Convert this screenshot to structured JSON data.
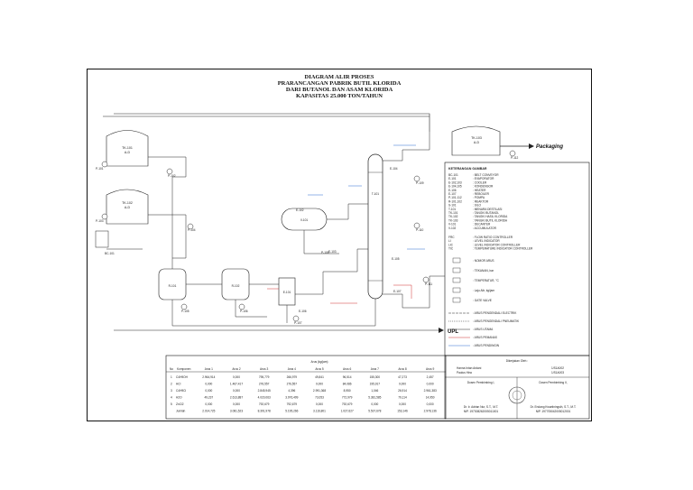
{
  "title": {
    "line1": "DIAGRAM ALIR PROSES",
    "line2": "PRARANCANGAN PABRIK BUTIL KLORIDA",
    "line3": "DARI BUTANOL DAN ASAM KLORIDA",
    "line4": "KAPASITAS 25.000 TON/TAHUN"
  },
  "equipment": {
    "tk101": "TK-101\nA-D",
    "tk102": "TK-102\nA-D",
    "tk103": "TK-103\nA-D",
    "packaging": "Packaging",
    "upl": "UPL",
    "t101": "T-101",
    "v101": "V-101",
    "r101": "R-101",
    "r102": "R-102",
    "e101": "E-101",
    "p101": "P-101",
    "p102": "P-102",
    "p103": "P-103",
    "p104": "P-104",
    "p105": "P-105",
    "p106": "P-106",
    "p107": "P-107",
    "p108": "P-108",
    "p109": "P-109",
    "p110": "P-110",
    "p111": "P-111",
    "p112": "P-112",
    "bc101": "BC-101",
    "e102": "E-102",
    "e103": "E-103",
    "e104": "E-104",
    "e105": "E-105",
    "e106": "E-106",
    "e107": "E-107"
  },
  "legend": {
    "heading": "KETERANGAN GAMBAR",
    "abbrev": [
      [
        "BC-101",
        "BELT CONVEYOR"
      ],
      [
        "E-101",
        "EVAPORATOR"
      ],
      [
        "E-102,103",
        "COOLER"
      ],
      [
        "E-104,105",
        "KONDENSOR"
      ],
      [
        "E-106",
        "HEATER"
      ],
      [
        "E-107",
        "REBOILER"
      ],
      [
        "P-101-112",
        "POMPA"
      ],
      [
        "R-101,102",
        "REAKTOR"
      ],
      [
        "S-101",
        "SILO"
      ],
      [
        "T-101",
        "MENARA DESTILASI"
      ],
      [
        "TK-101",
        "TANGKI BUTANOL"
      ],
      [
        "TK-102",
        "TANGKI HASIL KLORIDA"
      ],
      [
        "TK-103",
        "TANGKI BUTIL KLORIDA"
      ],
      [
        "V-101",
        "DECANTER"
      ],
      [
        "V-102",
        "ACCUMULATOR"
      ]
    ],
    "controllers": [
      [
        "FRC",
        "FLOW RATIO CONTROLLER"
      ],
      [
        "LI",
        "LEVEL INDICATOR"
      ],
      [
        "LIC",
        "LEVEL INDICATOR CONTROLLER"
      ],
      [
        "TIC",
        "TEMPERATURE INDICATOR CONTROLLER"
      ]
    ],
    "symbols": [
      "NOMOR ARUS",
      "TEKANAN, bar",
      "TEMPERATUR, °C",
      "Laju Alir, kg/jam",
      "GATE VALVE"
    ],
    "lines": [
      "ARUS PENGENDALI ELECTRIK",
      "ARUS PENGENDALI PNEUMATIK",
      "ARUS UTAMA",
      "ARUS PEMANAS",
      "ARUS PENDINGIN"
    ]
  },
  "colors": {
    "main": "#222222",
    "heating": "#d03030",
    "cooling": "#2a6ad0",
    "frame": "#111111"
  },
  "table": {
    "col_no": "No",
    "col_komponen": "Komponen",
    "col_group": "Arus (kg/jam)",
    "streams": [
      "Arus 1",
      "Arus 2",
      "Arus 3",
      "Arus 4",
      "Arus 5",
      "Arus 6",
      "Arus 7",
      "Arus 8",
      "Arus 9"
    ],
    "rows": [
      [
        "1",
        "C4H9OH",
        "2.964,914",
        "0,000",
        "795,779",
        "266,979",
        "49,841",
        "96,514",
        "155,300",
        "47,273",
        "2,457"
      ],
      [
        "2",
        "HCl",
        "0,000",
        "1.467,417",
        "276,557",
        "276,557",
        "0,000",
        "84,086",
        "195,917",
        "0,000",
        "0,000"
      ],
      [
        "3",
        "C4H9Cl",
        "0,000",
        "0,000",
        "2.845,945",
        "4,396",
        "2.991,368",
        "8,950",
        "1,046",
        "26,914",
        "2.961,383"
      ],
      [
        "4",
        "H2O",
        "49,237",
        "2.613,887",
        "4.020,063",
        "3.976,499",
        "73,053",
        "772,979",
        "5.381,585",
        "79,114",
        "14,950"
      ],
      [
        "5",
        "ZnCl2",
        "0,000",
        "0,000",
        "792,679",
        "792,679",
        "0,000",
        "792,679",
        "0,000",
        "0,000",
        "0,000"
      ],
      [
        "",
        "Jumlah",
        "2.014,725",
        "3.081,523",
        "8.391,978",
        "5.195,266",
        "3.116,801",
        "1.027,627",
        "5.537,678",
        "153,146",
        "2.978,136"
      ]
    ]
  },
  "signoff": {
    "heading": "Dikerjakan Oleh :",
    "name1": "Hanna Intan Ardani",
    "nim1": "1/S1A002",
    "name2": "Paulus Hino",
    "nim2": "1/S1A003",
    "dosen1_label": "Dosen Pembimbing I,",
    "dosen2_label": "Dosen Pembimbing II,",
    "dosen1_name": "Dr. Ir. Adrian Nur, S.T., M.T.",
    "dosen1_nip": "NIP. 197308262005011001",
    "dosen2_name": "Dr. Endang Kwartiningsih, S.T., M.T.",
    "dosen2_nip": "NIP. 197705042005012001"
  }
}
